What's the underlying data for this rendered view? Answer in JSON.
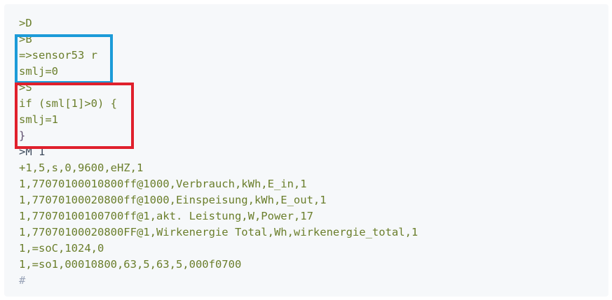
{
  "code": {
    "lines": [
      ">D",
      ">B",
      "=>sensor53 r",
      "smlj=0",
      ">S",
      "if (sml[1]>0) {",
      "smlj=1",
      "}",
      ">M 1",
      "+1,5,s,0,9600,eHZ,1",
      "1,77070100010800ff@1000,Verbrauch,kWh,E_in,1",
      "1,77070100020800ff@1000,Einspeisung,kWh,E_out,1",
      "1,77070100100700ff@1,akt. Leistung,W,Power,17",
      "1,77070100020800FF@1,Wirkenergie Total,Wh,wirkenergie_total,1",
      "1,=soC,1024,0",
      "1,=so1,00010800,63,5,63,5,000f0700",
      "#"
    ]
  },
  "colors": {
    "text": "#6a7e2b",
    "background": "#f6f8fa",
    "highlight_blue": "#1c9bd8",
    "highlight_red": "#e0202c",
    "comment": "#9aa4b8"
  }
}
